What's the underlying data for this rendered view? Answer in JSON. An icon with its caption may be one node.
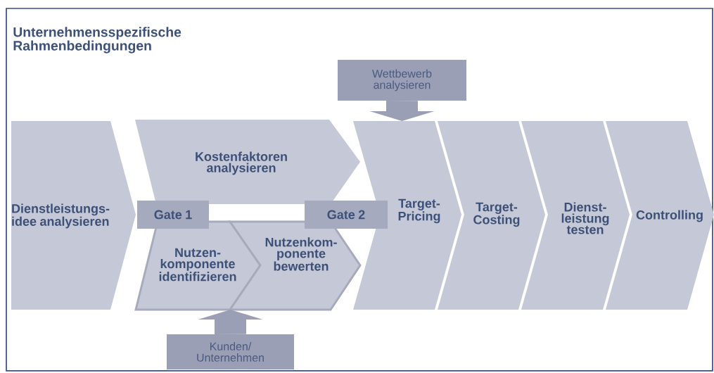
{
  "diagram": {
    "nodes": [
      {
        "text": [
          "Unternehmensspezifische Rahmenbedingungen"
        ]
      },
      {
        "text": [
          "Dienstleistungs- idee analysieren"
        ],
        "in": 0
      },
      {
        "text": [
          "Gate 1"
        ],
        "in": 0
      },
      {
        "text": [
          "Kostenfaktoren analysieren"
        ],
        "in": 0
      },
      {
        "text": [
          "Nutzen- komponente identifizieren"
        ],
        "in": 0
      },
      {
        "text": [
          "Nutzenkom- ponente bewerten"
        ],
        "in": 0
      },
      {
        "text": [
          "Gate 2"
        ],
        "in": 0
      },
      {
        "text": [
          "Target- Pricing"
        ],
        "in": 0
      },
      {
        "text": [
          "Target- Costing"
        ],
        "in": 0
      },
      {
        "text": [
          "Dienst- leistung testen"
        ],
        "in": 0
      },
      {
        "text": [
          "Controlling"
        ],
        "in": 0
      },
      {
        "text": [
          "Wettbewerb analysieren"
        ],
        "in": 0
      },
      {
        "text": [
          "Kunden/ Unternehmen"
        ],
        "in": 0
      }
    ],
    "edges": [
      {
        "from": 11,
        "to": 7,
        "arrow": "to"
      },
      {
        "from": 12,
        "to": 4,
        "arrow": "to"
      }
    ]
  }
}
